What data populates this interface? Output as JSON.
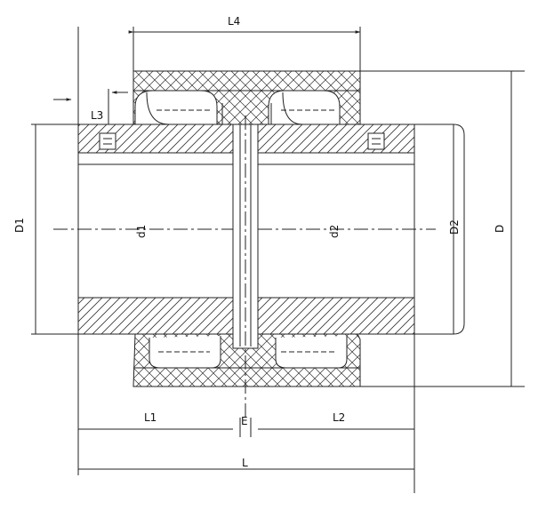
{
  "labels": {
    "L4": "L4",
    "L3": "L3",
    "D1": "D1",
    "d1": "d1",
    "d2": "d2",
    "D2": "D2",
    "D": "D",
    "L1": "L1",
    "E": "E",
    "L2": "L2",
    "L": "L"
  },
  "colors": {
    "line": "#222222",
    "hatch": "#333333",
    "background": "#ffffff"
  }
}
